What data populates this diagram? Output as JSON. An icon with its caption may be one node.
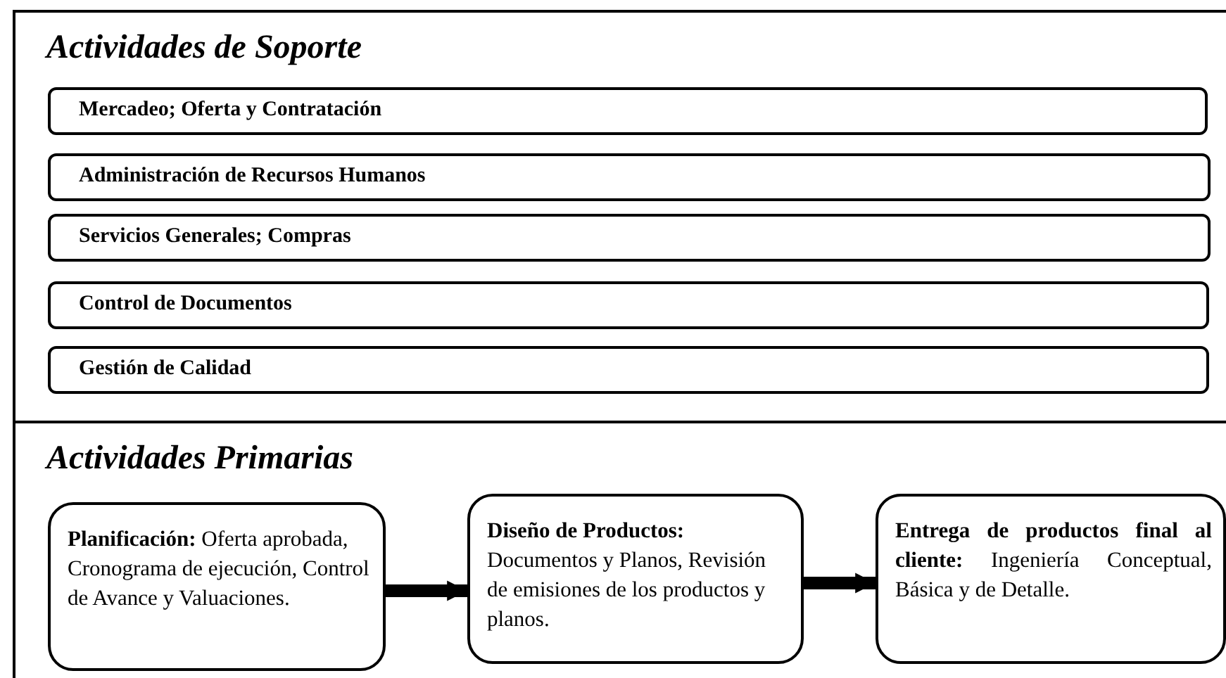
{
  "diagram": {
    "nodes": [
      {
        "text": [
          "Actividades de Soporte"
        ]
      },
      {
        "text": [
          "Mercadeo; Oferta  y Contratación"
        ],
        "in": 0
      },
      {
        "text": [
          "Administración de Recursos Humanos"
        ],
        "in": 0
      },
      {
        "text": [
          "Servicios Generales; Compras"
        ],
        "in": 0
      },
      {
        "text": [
          "Control de Documentos"
        ],
        "in": 0
      },
      {
        "text": [
          "Gestión de Calidad"
        ],
        "in": 0
      },
      {
        "text": [
          "Actividades Primarias"
        ]
      },
      {
        "text": [
          "**Planificación:** Oferta aprobada, Cronograma de ejecución, Control de Avance y Valuaciones."
        ],
        "in": 6
      },
      {
        "text": [
          "**Diseño de Productos:** Documentos y Planos, Revisión de emisiones de los productos y planos."
        ],
        "in": 6
      },
      {
        "text": [
          "**Entrega de productos final al cliente:** Ingeniería Conceptual, Básica y de Detalle."
        ],
        "in": 6
      }
    ],
    "edges": [
      {
        "from": 7,
        "to": 8,
        "arrow": "to"
      },
      {
        "from": 8,
        "to": 9,
        "arrow": "to"
      }
    ]
  }
}
